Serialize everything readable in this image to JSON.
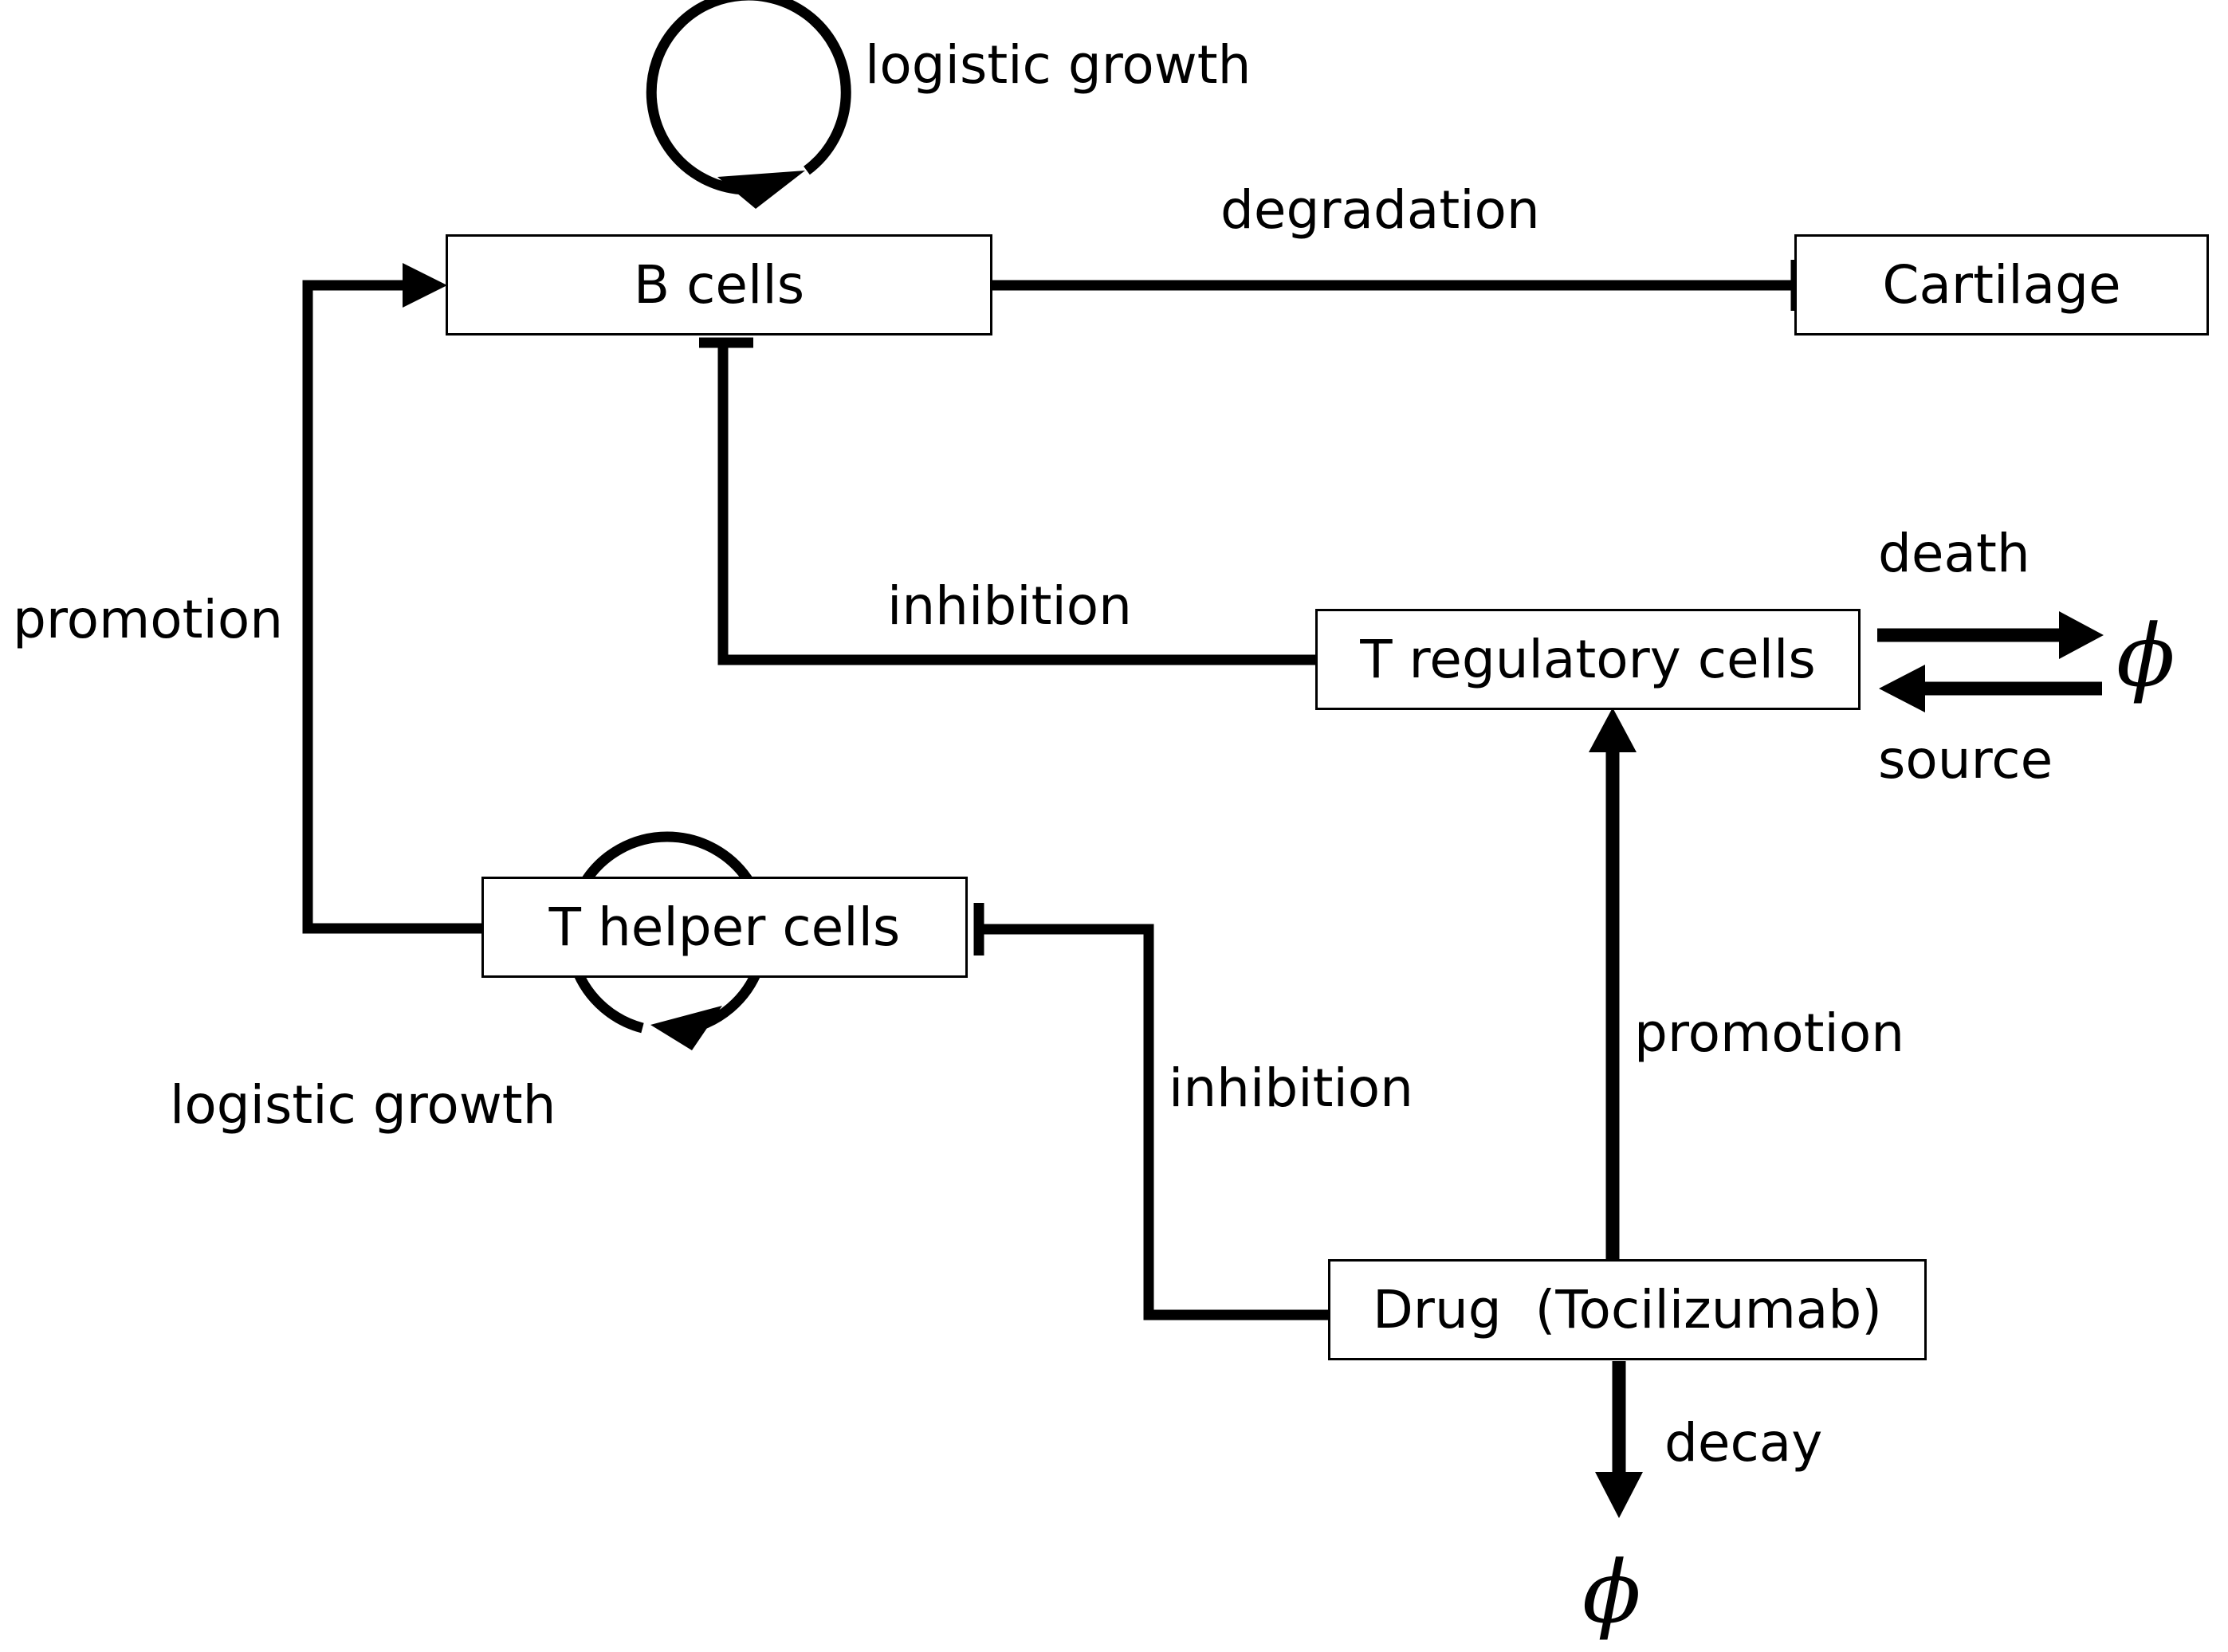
{
  "nodes": {
    "b_cells": "B cells",
    "cartilage": "Cartilage",
    "t_regulatory": "T regulatory cells",
    "t_helper": "T helper cells",
    "drug": "Drug  (Tocilizumab)"
  },
  "edges": {
    "b_logistic": "logistic growth",
    "degradation": "degradation",
    "promotion_th_b": "promotion",
    "inhibition_treg_b": "inhibition",
    "death": "death",
    "source": "source",
    "th_logistic": "logistic growth",
    "inhibition_drug_th": "inhibition",
    "promotion_drug_treg": "promotion",
    "decay": "decay"
  },
  "symbols": {
    "null_set_right": "ϕ",
    "null_set_bottom": "ϕ"
  },
  "colors": {
    "line": "#000000",
    "background": "#ffffff"
  }
}
